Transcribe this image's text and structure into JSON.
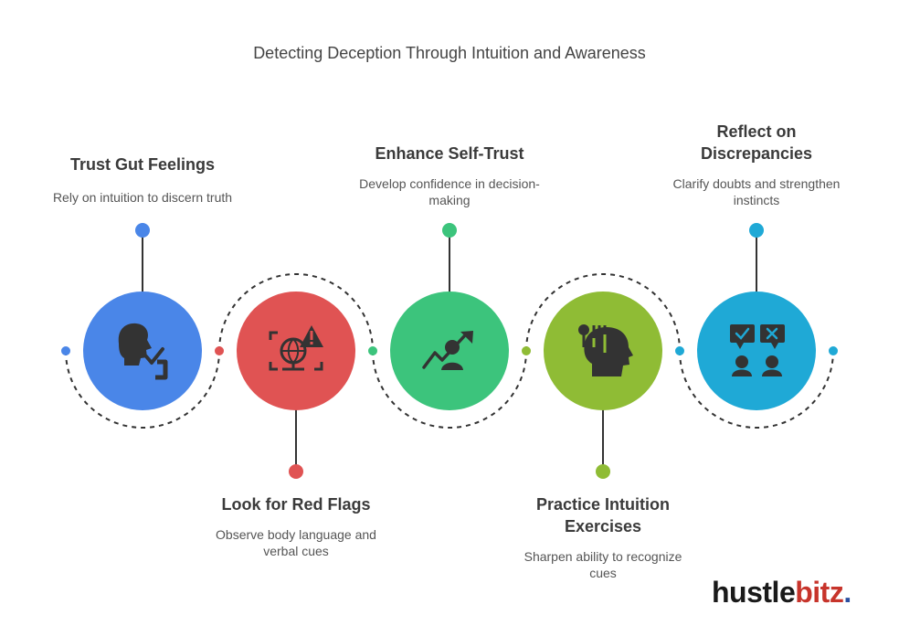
{
  "title": "Detecting Deception Through Intuition and Awareness",
  "steps": [
    {
      "title": "Trust Gut Feelings",
      "description": "Rely on intuition to discern truth",
      "color": "#4a86e8",
      "icon": "head-check-icon"
    },
    {
      "title": "Look for Red Flags",
      "description": "Observe body language and verbal cues",
      "color": "#e05353",
      "icon": "globe-warning-icon"
    },
    {
      "title": "Enhance Self-Trust",
      "description": "Develop confidence in decision-making",
      "color": "#3cc47c",
      "icon": "person-growth-icon"
    },
    {
      "title": "Practice Intuition Exercises",
      "description": "Sharpen ability to recognize cues",
      "color": "#8fbc35",
      "icon": "head-tools-icon"
    },
    {
      "title": "Reflect on Discrepancies",
      "description": "Clarify doubts and strengthen instincts",
      "color": "#1fa9d6",
      "icon": "people-check-cross-icon"
    }
  ],
  "brand": {
    "part1": "hustle",
    "part2": "bitz",
    "dot": "."
  }
}
